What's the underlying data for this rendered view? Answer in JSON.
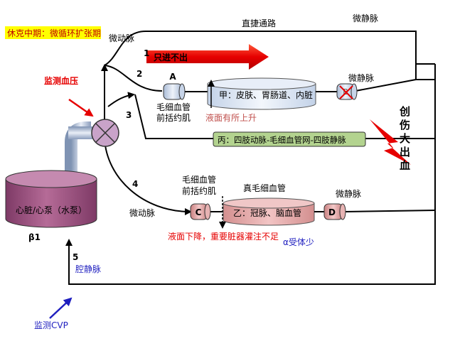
{
  "title": "休克中期：微循环扩张期",
  "labels": {
    "arteriole_top": "微动脉",
    "direct_path": "直捷通路",
    "venule_top": "微静脉",
    "venule_mid": "微静脉",
    "red_arrow_text": "只进不出",
    "monitor_bp": "监测血压",
    "cap_A_title_1": "毛细血管",
    "cap_A_title_2": "前括约肌",
    "box_jia": "甲：皮肤、胃肠道、内脏",
    "level_up": "液面有所上升",
    "box_bing": "丙：四肢动脉-毛细血管网-四肢静脉",
    "trauma_vertical": [
      "创",
      "伤",
      "大",
      "出",
      "血"
    ],
    "heart_label": "心脏/心泵（水泵）",
    "beta1": "β1",
    "cap_C_title_1": "毛细血管",
    "cap_C_title_2": "前括约肌",
    "true_capillary": "真毛细血管",
    "venule_bottom": "微静脉",
    "arteriole_bottom": "微动脉",
    "box_yi": "乙：冠脉、脑血管",
    "level_down": "液面下降，重要脏器灌注不足",
    "alpha_receptor": "α受体少",
    "vena_cava": "腔静脉",
    "monitor_cvp": "监测CVP",
    "valve_A": "A",
    "valve_B": "B",
    "valve_C": "C",
    "valve_D": "D",
    "num1": "1",
    "num2": "2",
    "num3": "3",
    "num4": "4",
    "num5": "5"
  },
  "colors": {
    "title_bg": "#ffff00",
    "title_text": "#c00000",
    "red": "#e60000",
    "blue": "#1f1fbf",
    "heart_fill": "#9b4f7f",
    "box_green": "#b3d38f",
    "box_pink": "#e6aaaa",
    "box_blue": "#dbe6f4"
  }
}
